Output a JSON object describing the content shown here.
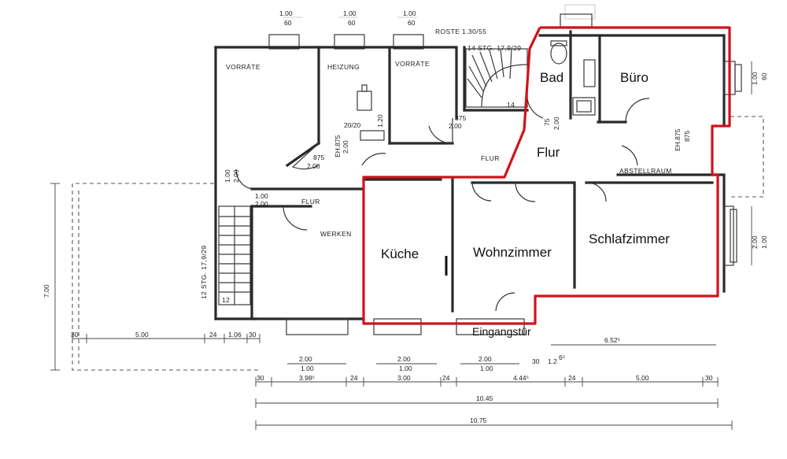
{
  "rooms": {
    "bad": "Bad",
    "buero": "Büro",
    "flur": "Flur",
    "kueche": "Küche",
    "wohnzimmer": "Wohnzimmer",
    "schlafzimmer": "Schlafzimmer",
    "eingangstuer": "Eingangstür"
  },
  "tech_labels": {
    "vorraete_1": "VORRÄTE",
    "heizung": "HEIZUNG",
    "vorraete_2": "VORRÄTE",
    "flur_upper": "FLUR",
    "flur_lower": "FLUR",
    "werken": "WERKEN",
    "abstellraum": "ABSTELLRAUM",
    "rost": "ROSTE 1.30/55",
    "stair_upper": "14 STG. 17,9/29",
    "stair_left": "12 STG. 17,9/29",
    "step_14": "14",
    "step_12": "12"
  },
  "openings": {
    "d_875_a": "875",
    "d_200_a": "2.00",
    "d_eh875": "EH.875",
    "d_200_b": "2.00",
    "d_2020": "20/20",
    "d_120": "1.20",
    "d_875_c": "875",
    "d_200_c": "2.00",
    "d_75": "75",
    "d_200_d": "2.00",
    "d_eh875_e": "EH.875",
    "d_875_e": "875",
    "d_100_f": "1.00",
    "d_200_f": "2.00",
    "d_100_g": "1.00",
    "d_200_g": "2.00",
    "w_100_a": "1.00",
    "w_60_a": "60",
    "w_100_b": "1.00",
    "w_60_b": "60",
    "w_100_c": "1.00",
    "w_60_c": "60",
    "w_100_r": "1.00",
    "w_60_r": "60",
    "w_200_r": "2.00",
    "w_100_r2": "1.00"
  },
  "dimensions": {
    "row1": [
      "30",
      "5.00",
      "24",
      "1.06",
      "30"
    ],
    "row2_right": "6.52⁵",
    "win_a": [
      "2.00",
      "1.00"
    ],
    "win_b": [
      "2.00",
      "1.00"
    ],
    "win_c": [
      "2.00",
      "1.00"
    ],
    "win_d": [
      "30",
      "1.2",
      "6⁵"
    ],
    "row3": [
      "30",
      "3.98⁵",
      "24",
      "3.00",
      "24",
      "4.44⁵",
      "24",
      "5.00",
      "30"
    ],
    "total_1": "10.45",
    "total_2": "10.75",
    "left_vert": "7.00"
  }
}
